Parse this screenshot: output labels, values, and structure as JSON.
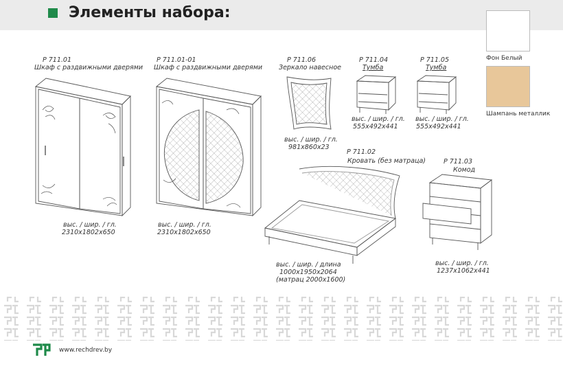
{
  "header": {
    "title": "Элементы набора:",
    "accent_color": "#1f8a4a"
  },
  "swatches": [
    {
      "label": "Фон Белый",
      "color": "#ffffff"
    },
    {
      "label": "Шампань металлик",
      "color": "#e8c79a"
    }
  ],
  "items": [
    {
      "code": "Р  711.01",
      "name": "Шкаф  с  раздвижными  дверями",
      "dims_label": "выс. / шир. / гл.",
      "dims": "2310х1802х650"
    },
    {
      "code": "Р  711.01-01",
      "name": "Шкаф  с  раздвижными  дверями",
      "dims_label": "выс. / шир. / гл.",
      "dims": "2310х1802х650"
    },
    {
      "code": "Р  711.06",
      "name": "Зеркало  навесное",
      "dims_label": "выс. / шир. / гл.",
      "dims": "981х860х23"
    },
    {
      "code": "Р  711.04",
      "name": "Тумба",
      "dims_label": "выс. / шир. / гл.",
      "dims": "555х492х441"
    },
    {
      "code": "Р  711.05",
      "name": "Тумба",
      "dims_label": "выс. / шир. / гл.",
      "dims": "555х492х441"
    },
    {
      "code": "Р  711.02",
      "name": "Кровать  (без матраца)",
      "dims_label": "выс. / шир. / длина",
      "dims": "1000х1950х2064",
      "extra": "(матрац  2000х1600)"
    },
    {
      "code": "Р  711.03",
      "name": "Комод",
      "dims_label": "выс. / шир. / гл.",
      "dims": "1237х1062х441"
    }
  ],
  "footer": {
    "url": "www.rechdrev.by",
    "logo_color": "#1f8a4a"
  }
}
